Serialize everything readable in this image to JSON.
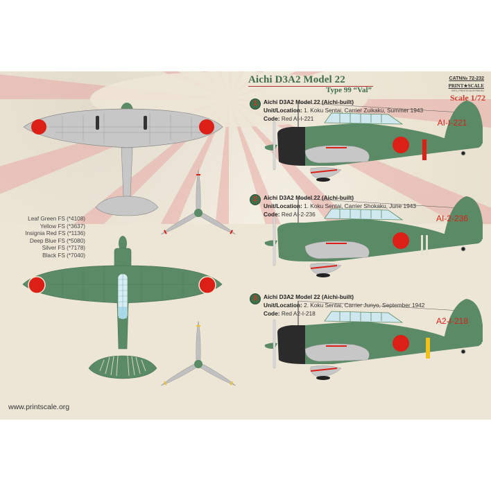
{
  "header": {
    "title": "Aichi D3A2 Model 22",
    "subtitle": "Type 99 “Val”",
    "catalog_number": "CATN№ 72-232",
    "brand": "PRINT★SCALE",
    "brand_url": "INFO_PRINTSCALEFIRM.RU",
    "scale": "Scale 1/72"
  },
  "colors": {
    "background": "#ede6d6",
    "leaf_green": "#5b8a66",
    "insignia_red": "#dc1f17",
    "silver": "#c7c7c7",
    "black": "#2b2b2b",
    "yellow": "#f2c21b",
    "deep_blue": "#9fd4e6",
    "title_green": "#3f6e4a",
    "scale_red": "#d23a2e",
    "sunburst": "#e7a9a6"
  },
  "paint_legend": [
    "Leaf Green FS (*4108)",
    "Yellow  FS (*3637)",
    "Insignia Red FS (*1136)",
    "Deep Blue FS (*5080)",
    "Silver FS (*7178)",
    "Black FS (*7040)"
  ],
  "variants": [
    {
      "number": "1",
      "name": "Aichi D3A2 Model 22 (Aichi-built)",
      "unit_label": "Unit/Location:",
      "unit": "1. Koku Sentai, Carrier Zuikaku, Summer 1943",
      "code_label": "Code:",
      "code": "Red AI-I-221",
      "tail_code": "AI-I-221",
      "cowling": "black",
      "band": "red"
    },
    {
      "number": "2",
      "name": "Aichi D3A2 Model 22 (Aichi-built)",
      "unit_label": "Unit/Location:",
      "unit": "1. Koku Sentai, Carrier Shokaku, June 1943",
      "code_label": "Code:",
      "code": "Red AI-2-236",
      "tail_code": "AI-2-236",
      "cowling": "green",
      "band": "white-double"
    },
    {
      "number": "3",
      "name": "Aichi D3A2 Model 22 (Aichi-built)",
      "unit_label": "Unit/Location:",
      "unit": "2. Koku Sentai, Carrier Junyo, September 1942",
      "code_label": "Code:",
      "code": "Red A2-I-218",
      "tail_code": "A2-I-218",
      "cowling": "black",
      "band": "yellow"
    }
  ],
  "views": {
    "underside": "Underside plan view (silver)",
    "topside": "Upper plan view (leaf green)"
  },
  "footer": {
    "website": "www.printscale.org"
  }
}
